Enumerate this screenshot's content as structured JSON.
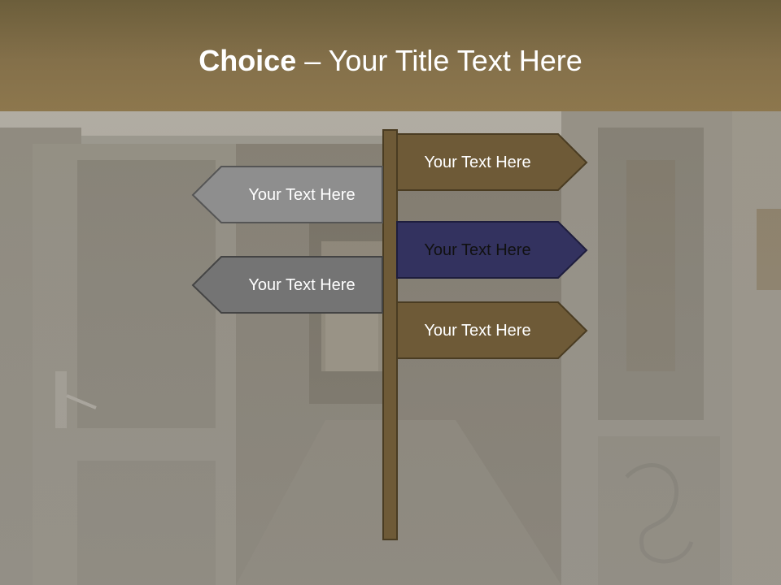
{
  "title": {
    "bold_part": "Choice",
    "rest": " – Your Title Text Here"
  },
  "signs": [
    {
      "label": "Your Text Here",
      "direction": "right",
      "color": "#6e5a37"
    },
    {
      "label": "Your Text Here",
      "direction": "left",
      "color": "#8e8e8e"
    },
    {
      "label": "Your Text Here",
      "direction": "right",
      "color": "#33325f"
    },
    {
      "label": "Your Text Here",
      "direction": "left",
      "color": "#747474"
    },
    {
      "label": "Your Text Here",
      "direction": "right",
      "color": "#6e5a37"
    }
  ],
  "colors": {
    "title_band": "#84704a",
    "post": "#6e5a37",
    "outline": "#4a3c22"
  }
}
